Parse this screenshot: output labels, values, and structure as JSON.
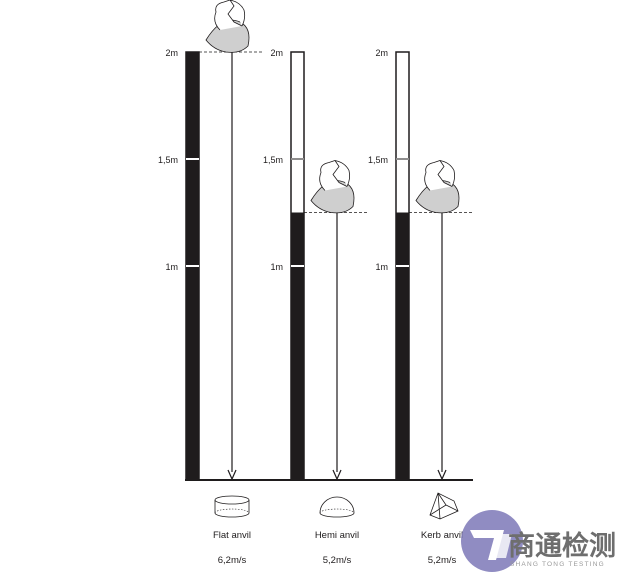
{
  "height_labels": [
    "2m",
    "1,5m",
    "1m"
  ],
  "columns": [
    {
      "anvil": "Flat anvil",
      "speed": "6,2m/s",
      "drop_height_m": 2.0,
      "icon": "cylinder-anvil-icon"
    },
    {
      "anvil": "Hemi anvil",
      "speed": "5,2m/s",
      "drop_height_m": 1.25,
      "icon": "hemisphere-anvil-icon"
    },
    {
      "anvil": "Kerb anvil",
      "speed": "5,2m/s",
      "drop_height_m": 1.25,
      "icon": "kerb-anvil-icon"
    }
  ],
  "watermark": {
    "name": "商通检测",
    "sub": "SHANG TONG TESTING"
  },
  "colors": {
    "bar": "#1f1c1d",
    "helmet": "#cfcfcf",
    "watermark": "#7d78b8"
  }
}
